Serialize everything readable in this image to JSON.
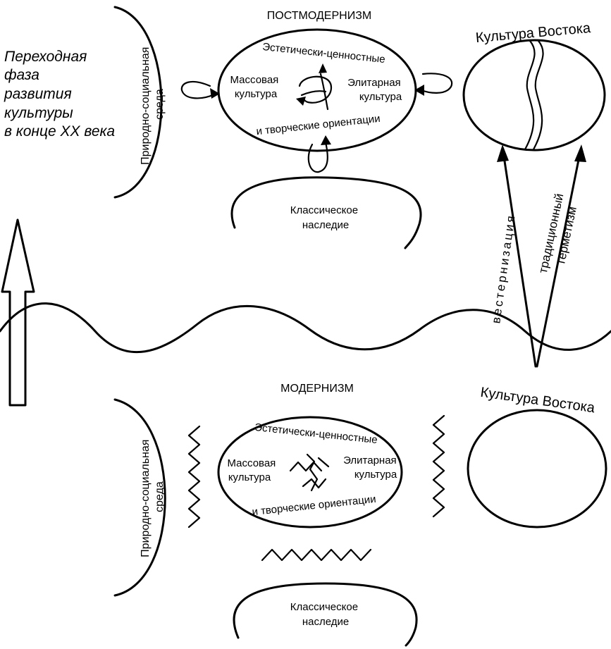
{
  "caption": [
    "Переходная",
    "фаза",
    "развития",
    "культуры",
    "в конце XX века"
  ],
  "postmodernism": {
    "title": "ПОСТМОДЕРНИЗМ",
    "environment": [
      "Природно-социальная",
      "среда"
    ],
    "values_top": "Эстетически-ценностные",
    "values_bottom": "и творческие ориентации",
    "mass_culture": [
      "Массовая",
      "культура"
    ],
    "elite_culture": [
      "Элитарная",
      "культура"
    ],
    "heritage": [
      "Классическое",
      "наследие"
    ],
    "east": "Культура Востока"
  },
  "modernism": {
    "title": "МОДЕРНИЗМ",
    "environment": [
      "Природно-социальная",
      "среда"
    ],
    "values_top": "Эстетически-ценностные",
    "values_bottom": "и творческие ориентации",
    "mass_culture": [
      "Массовая",
      "культура"
    ],
    "elite_culture": [
      "Элитарная",
      "культура"
    ],
    "heritage": [
      "Классическое",
      "наследие"
    ],
    "east": "Культура Востока"
  },
  "transitions": {
    "westernization": "вестернизация",
    "hermetism": [
      "традиционный",
      "герметизм"
    ]
  }
}
